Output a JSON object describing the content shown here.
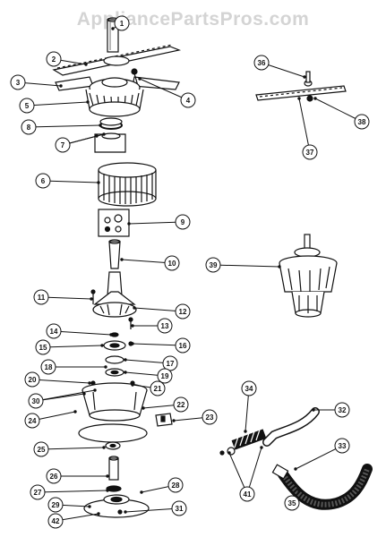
{
  "watermark": "AppliancePartsPros.com",
  "callouts": [
    "1",
    "2",
    "3",
    "4",
    "5",
    "6",
    "7",
    "8",
    "9",
    "10",
    "11",
    "12",
    "13",
    "14",
    "15",
    "16",
    "17",
    "18",
    "19",
    "20",
    "21",
    "22",
    "23",
    "24",
    "25",
    "26",
    "27",
    "28",
    "29",
    "30",
    "31",
    "32",
    "33",
    "34",
    "35",
    "36",
    "37",
    "38",
    "39",
    "41",
    "42"
  ],
  "colors": {
    "ink": "#111111",
    "paper": "#ffffff",
    "watermark": "#d4d4d4"
  }
}
